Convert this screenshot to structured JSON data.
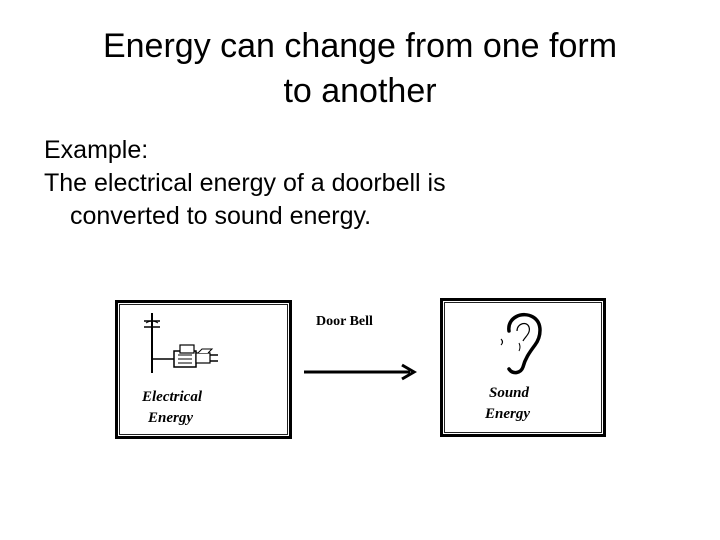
{
  "title": {
    "line1": "Energy can change from one form",
    "line2": "to another"
  },
  "body": {
    "line1": "Example:",
    "line2": "The electrical energy of a doorbell is",
    "line3": "converted to sound energy."
  },
  "diagram": {
    "left_panel": {
      "caption_line1": "Electrical",
      "caption_line2": "Energy",
      "icon": "doorbell-plug-icon"
    },
    "arrow_label": "Door Bell",
    "right_panel": {
      "caption_line1": "Sound",
      "caption_line2": "Energy",
      "icon": "ear-icon"
    }
  }
}
